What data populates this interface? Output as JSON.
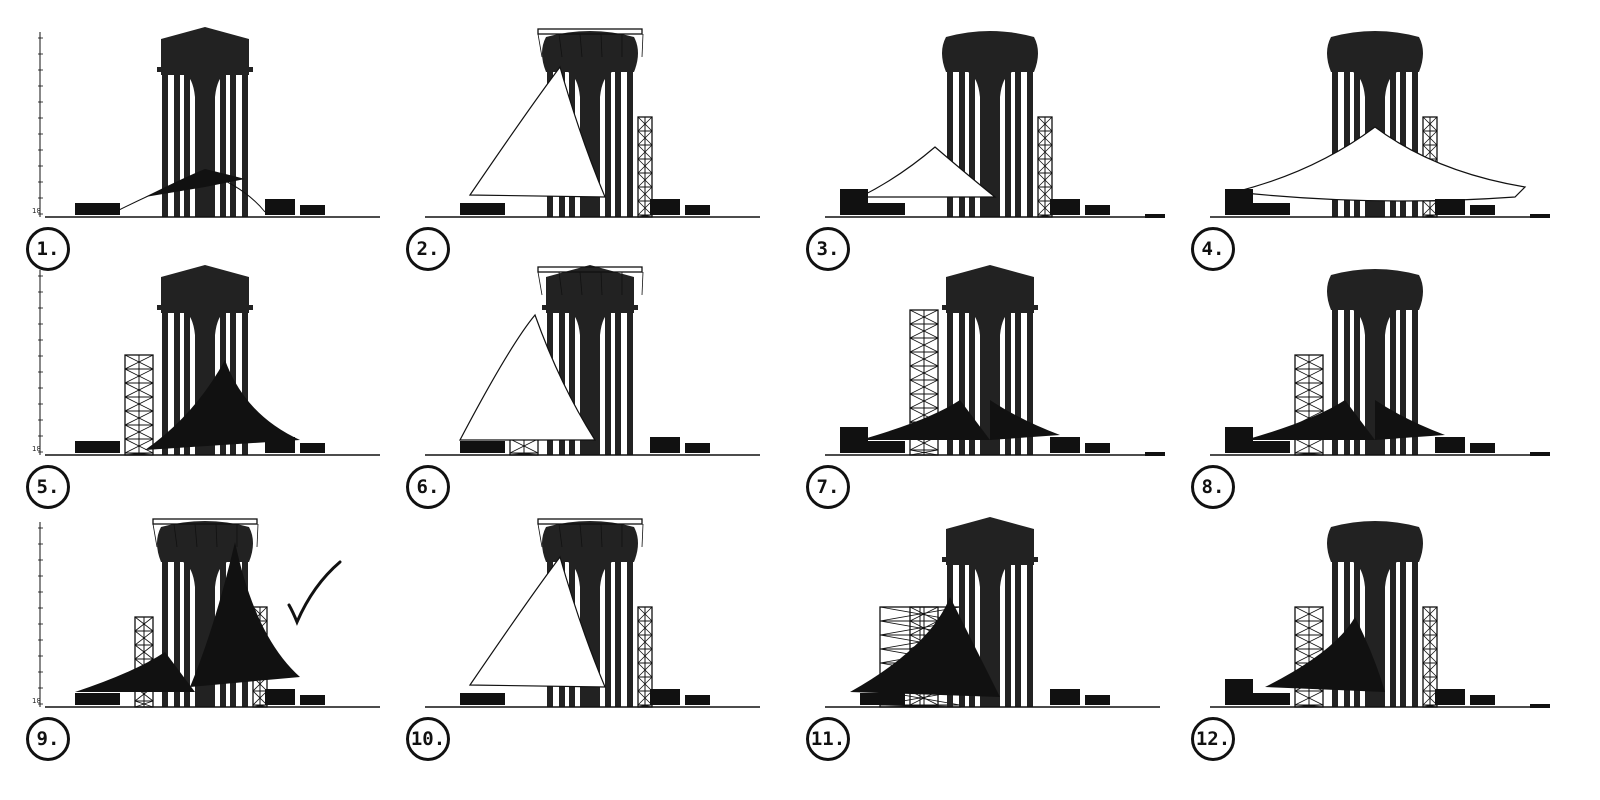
{
  "sketches": [
    {
      "id": 1,
      "label": "1.",
      "row": 0,
      "col": 0,
      "ruler": true,
      "ruler_label": "18",
      "tent": "small-black",
      "scaffold": "none",
      "roof_frame": false,
      "top": "roof",
      "grid": false
    },
    {
      "id": 2,
      "label": "2.",
      "row": 0,
      "col": 1,
      "ruler": false,
      "ruler_label": "",
      "tent": "white-sail",
      "scaffold": "right",
      "roof_frame": true,
      "top": "dome",
      "grid": false
    },
    {
      "id": 3,
      "label": "3.",
      "row": 0,
      "col": 2,
      "ruler": false,
      "ruler_label": "",
      "tent": "white-low",
      "scaffold": "right",
      "roof_frame": false,
      "top": "dome",
      "grid": true
    },
    {
      "id": 4,
      "label": "4.",
      "row": 0,
      "col": 3,
      "ruler": false,
      "ruler_label": "",
      "tent": "white-wide",
      "scaffold": "right",
      "roof_frame": false,
      "top": "dome",
      "grid": true
    },
    {
      "id": 5,
      "label": "5.",
      "row": 1,
      "col": 0,
      "ruler": true,
      "ruler_label": "18",
      "tent": "black-peak",
      "scaffold": "left",
      "roof_frame": false,
      "top": "roof",
      "grid": false
    },
    {
      "id": 6,
      "label": "6.",
      "row": 1,
      "col": 1,
      "ruler": false,
      "ruler_label": "",
      "tent": "white-sail-l",
      "scaffold": "left-top",
      "roof_frame": true,
      "top": "roof",
      "grid": false
    },
    {
      "id": 7,
      "label": "7.",
      "row": 1,
      "col": 2,
      "ruler": false,
      "ruler_label": "",
      "tent": "black-double",
      "scaffold": "left-tall",
      "roof_frame": false,
      "top": "roof",
      "grid": true
    },
    {
      "id": 8,
      "label": "8.",
      "row": 1,
      "col": 3,
      "ruler": false,
      "ruler_label": "",
      "tent": "black-double",
      "scaffold": "left-mast",
      "roof_frame": false,
      "top": "dome",
      "grid": true
    },
    {
      "id": 9,
      "label": "9.",
      "row": 2,
      "col": 0,
      "ruler": true,
      "ruler_label": "18",
      "tent": "black-twin",
      "scaffold": "both",
      "roof_frame": true,
      "top": "dome",
      "grid": false
    },
    {
      "id": 10,
      "label": "10.",
      "row": 2,
      "col": 1,
      "ruler": false,
      "ruler_label": "",
      "tent": "white-sail-b",
      "scaffold": "right",
      "roof_frame": true,
      "top": "dome",
      "grid": false
    },
    {
      "id": 11,
      "label": "11.",
      "row": 2,
      "col": 2,
      "ruler": false,
      "ruler_label": "",
      "tent": "black-big",
      "scaffold": "left-wide",
      "roof_frame": false,
      "top": "roof",
      "grid": false
    },
    {
      "id": 12,
      "label": "12.",
      "row": 2,
      "col": 3,
      "ruler": false,
      "ruler_label": "",
      "tent": "black-mid",
      "scaffold": "left-right",
      "roof_frame": false,
      "top": "dome",
      "grid": true
    }
  ],
  "selected": 9,
  "colors": {
    "ink": "#111111",
    "tower": "#222222",
    "paper": "#ffffff"
  },
  "icons": {
    "selection": "checkmark-icon"
  }
}
